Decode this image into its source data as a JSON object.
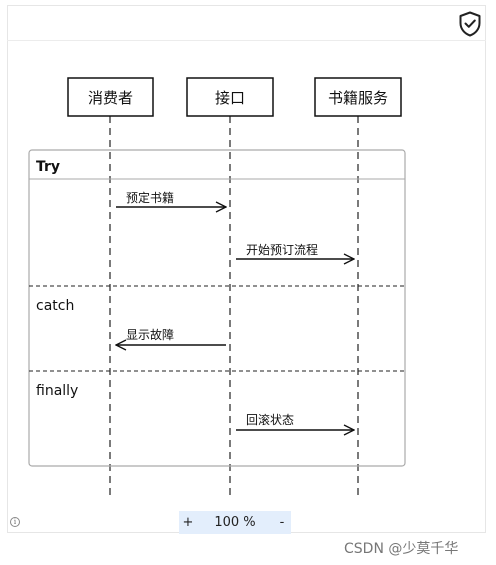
{
  "diagram": {
    "participants": [
      "消费者",
      "接口",
      "书籍服务"
    ],
    "fragment": {
      "title": "Try",
      "sections": [
        "catch",
        "finally"
      ]
    },
    "messages": [
      {
        "label": "预定书籍"
      },
      {
        "label": "开始预订流程"
      },
      {
        "label": "显示故障"
      },
      {
        "label": "回滚状态"
      }
    ]
  },
  "toolbar": {
    "zoom_in": "+",
    "zoom_level": "100 %",
    "zoom_out": "-"
  },
  "icons": {
    "top_right": "shield-check-icon",
    "bottom_left": "info-icon"
  },
  "watermark": "CSDN @少莫千华"
}
